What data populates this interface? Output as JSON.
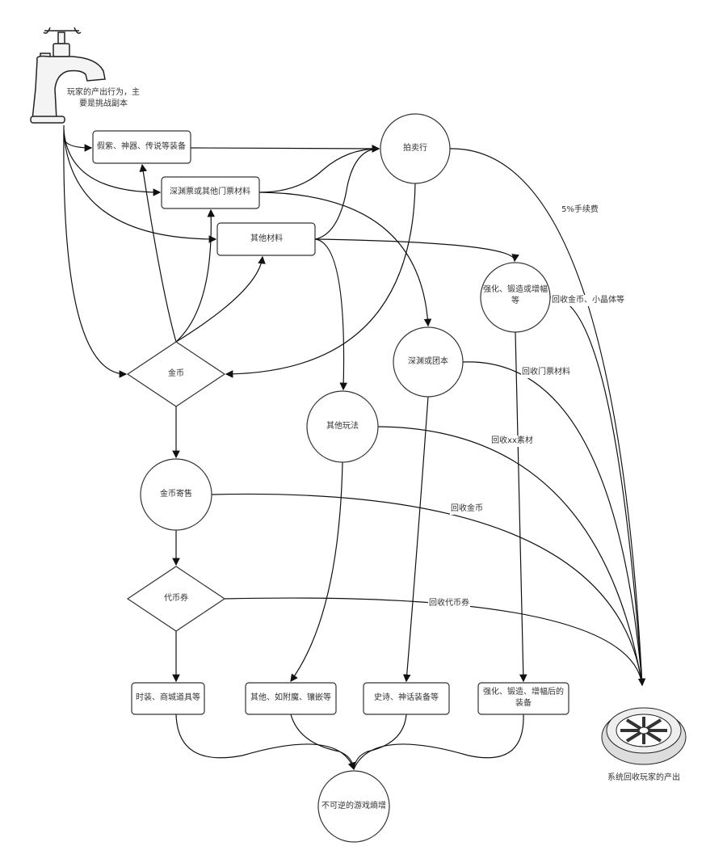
{
  "source": {
    "label": "玩家的产出行为，主要是挑战副本"
  },
  "sink": {
    "label": "系统回收玩家的产出"
  },
  "nodes": {
    "legendary_gear": "假紫、神器、传说等装备",
    "abyss_tickets": "深渊票或其他门票材料",
    "other_materials": "其他材料",
    "auction_house": "拍卖行",
    "enhance": "强化、锻造或增幅等",
    "abyss_raid": "深渊或团本",
    "gold": "金币",
    "other_play": "其他玩法",
    "gold_consign": "金币寄售",
    "token_voucher": "代币券",
    "fashion": "时装、商城道具等",
    "enchant": "其他、如附魔、镶嵌等",
    "epic_gear": "史诗、神话装备等",
    "enhanced_gear": "强化、锻造、增幅后的装备",
    "entropy": "不可逆的游戏熵增"
  },
  "edge_labels": {
    "fee": "5%手续费",
    "recycle_gold_crystal": "回收金币、小晶体等",
    "recycle_tickets": "回收门票材料",
    "recycle_materials": "回收xx素材",
    "recycle_gold": "回收金币",
    "recycle_voucher": "回收代币券"
  }
}
